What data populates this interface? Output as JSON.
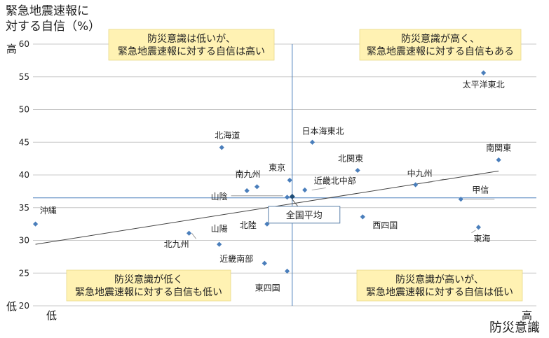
{
  "chart_data": {
    "type": "scatter",
    "title": "",
    "ylabel": "緊急地震速報に 対する自信（%）",
    "ylabel_lines": [
      "緊急地震速報に",
      "対する自信（%）"
    ],
    "xlabel": "防災意識",
    "x_low_label": "低",
    "x_high_label": "高",
    "y_low_label": "低",
    "y_high_label": "高",
    "ylim": [
      20,
      60
    ],
    "yticks": [
      20,
      25,
      30,
      35,
      40,
      45,
      50,
      55,
      60
    ],
    "xlim": [
      0,
      100
    ],
    "grid": "horizontal",
    "marker_color": "#4a7ebb",
    "gridline_color": "#c8c8c8",
    "quadrant_box_color": "#fff2b3",
    "divider_x": 51.5,
    "divider_y": 36.5,
    "points": [
      {
        "label": "太平洋東北",
        "x": 89.5,
        "y": 55.6
      },
      {
        "label": "日本海東北",
        "x": 55.5,
        "y": 45.0
      },
      {
        "label": "北海道",
        "x": 37.5,
        "y": 44.2
      },
      {
        "label": "南関東",
        "x": 92.5,
        "y": 42.3
      },
      {
        "label": "北関東",
        "x": 64.5,
        "y": 40.7
      },
      {
        "label": "東京",
        "x": 51.0,
        "y": 39.2
      },
      {
        "label": "中九州",
        "x": 76.0,
        "y": 38.5
      },
      {
        "label": "南九州",
        "x": 44.5,
        "y": 38.2
      },
      {
        "label": "",
        "x": 42.5,
        "y": 37.6
      },
      {
        "label": "近畿北中部",
        "x": 54.0,
        "y": 37.7
      },
      {
        "label": "山陰",
        "x": 50.5,
        "y": 36.6
      },
      {
        "label": "甲信",
        "x": 85.0,
        "y": 36.3
      },
      {
        "label": "西四国",
        "x": 65.5,
        "y": 33.6
      },
      {
        "label": "沖縄",
        "x": 0.5,
        "y": 32.5
      },
      {
        "label": "北陸",
        "x": 46.5,
        "y": 32.5
      },
      {
        "label": "東海",
        "x": 88.5,
        "y": 32.0
      },
      {
        "label": "北九州",
        "x": 31.0,
        "y": 31.1
      },
      {
        "label": "山陽",
        "x": 37.0,
        "y": 29.4
      },
      {
        "label": "近畿南部",
        "x": 46.0,
        "y": 26.5
      },
      {
        "label": "東四国",
        "x": 50.5,
        "y": 25.3
      }
    ],
    "trendline": {
      "x": [
        0.5,
        92.5
      ],
      "y": [
        29.4,
        40.6
      ]
    },
    "national_average": {
      "label": "全国平均",
      "x": 51.5,
      "y": 36.7
    },
    "quadrants": [
      {
        "position": "top-left",
        "lines": [
          "防災意識は低いが、",
          "緊急地震速報に対する自信は高い"
        ]
      },
      {
        "position": "top-right",
        "lines": [
          "防災意識が高く、",
          "緊急地震速報に対する自信もある"
        ]
      },
      {
        "position": "bottom-left",
        "lines": [
          "防災意識が低く",
          "緊急地震速報に対する自信も低い"
        ]
      },
      {
        "position": "bottom-right",
        "lines": [
          "防災意識が高いが、",
          "緊急地震速報に対する自信は低い"
        ]
      }
    ]
  }
}
